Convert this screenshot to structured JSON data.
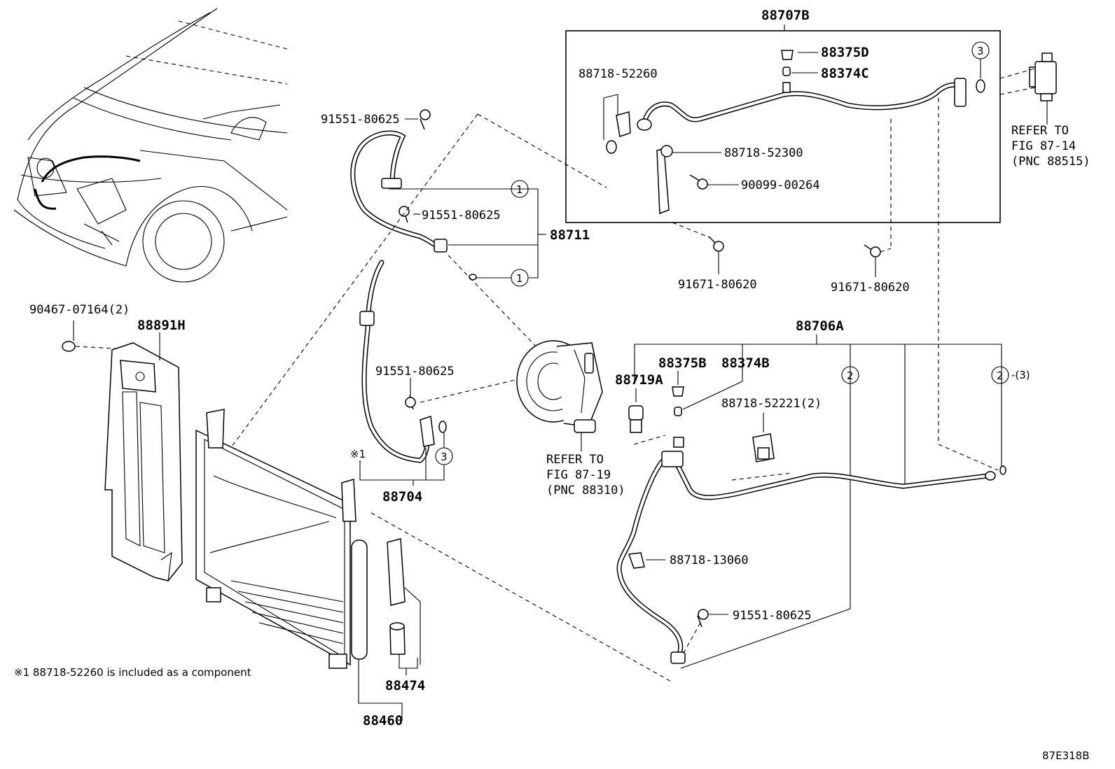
{
  "parts": {
    "p88707b": "88707B",
    "p88375d": "88375D",
    "p88374c": "88374C",
    "p88718_52260": "88718-52260",
    "p88718_52300": "88718-52300",
    "p90099_00264": "90099-00264",
    "p91671_80620_a": "91671-80620",
    "p91671_80620_b": "91671-80620",
    "p91551_80625_a": "91551-80625",
    "p91551_80625_b": "91551-80625",
    "p91551_80625_c": "91551-80625",
    "p91551_80625_d": "91551-80625",
    "p88711": "88711",
    "p90467_07164": "90467-07164(2)",
    "p88891h": "88891H",
    "p88704": "88704",
    "p88706a": "88706A",
    "p88375b": "88375B",
    "p88374b": "88374B",
    "p88719a": "88719A",
    "p88718_52221": "88718-52221(2)",
    "p88718_13060": "88718-13060",
    "p88474": "88474",
    "p88460": "88460"
  },
  "refs": {
    "ref1": [
      "REFER TO",
      "FIG 87-14",
      "(PNC 88515)"
    ],
    "ref2": [
      "REFER TO",
      "FIG 87-19",
      "(PNC 88310)"
    ]
  },
  "circles": {
    "c1a": "1",
    "c1b": "1",
    "c2a": "2",
    "c2b": "2",
    "c3a": "3",
    "c3b": "3",
    "c2b_suffix": "-(3)"
  },
  "marks": {
    "star1": "※1"
  },
  "footnote": "※1 88718-52260 is included as a component",
  "figure_code": "87E318B"
}
